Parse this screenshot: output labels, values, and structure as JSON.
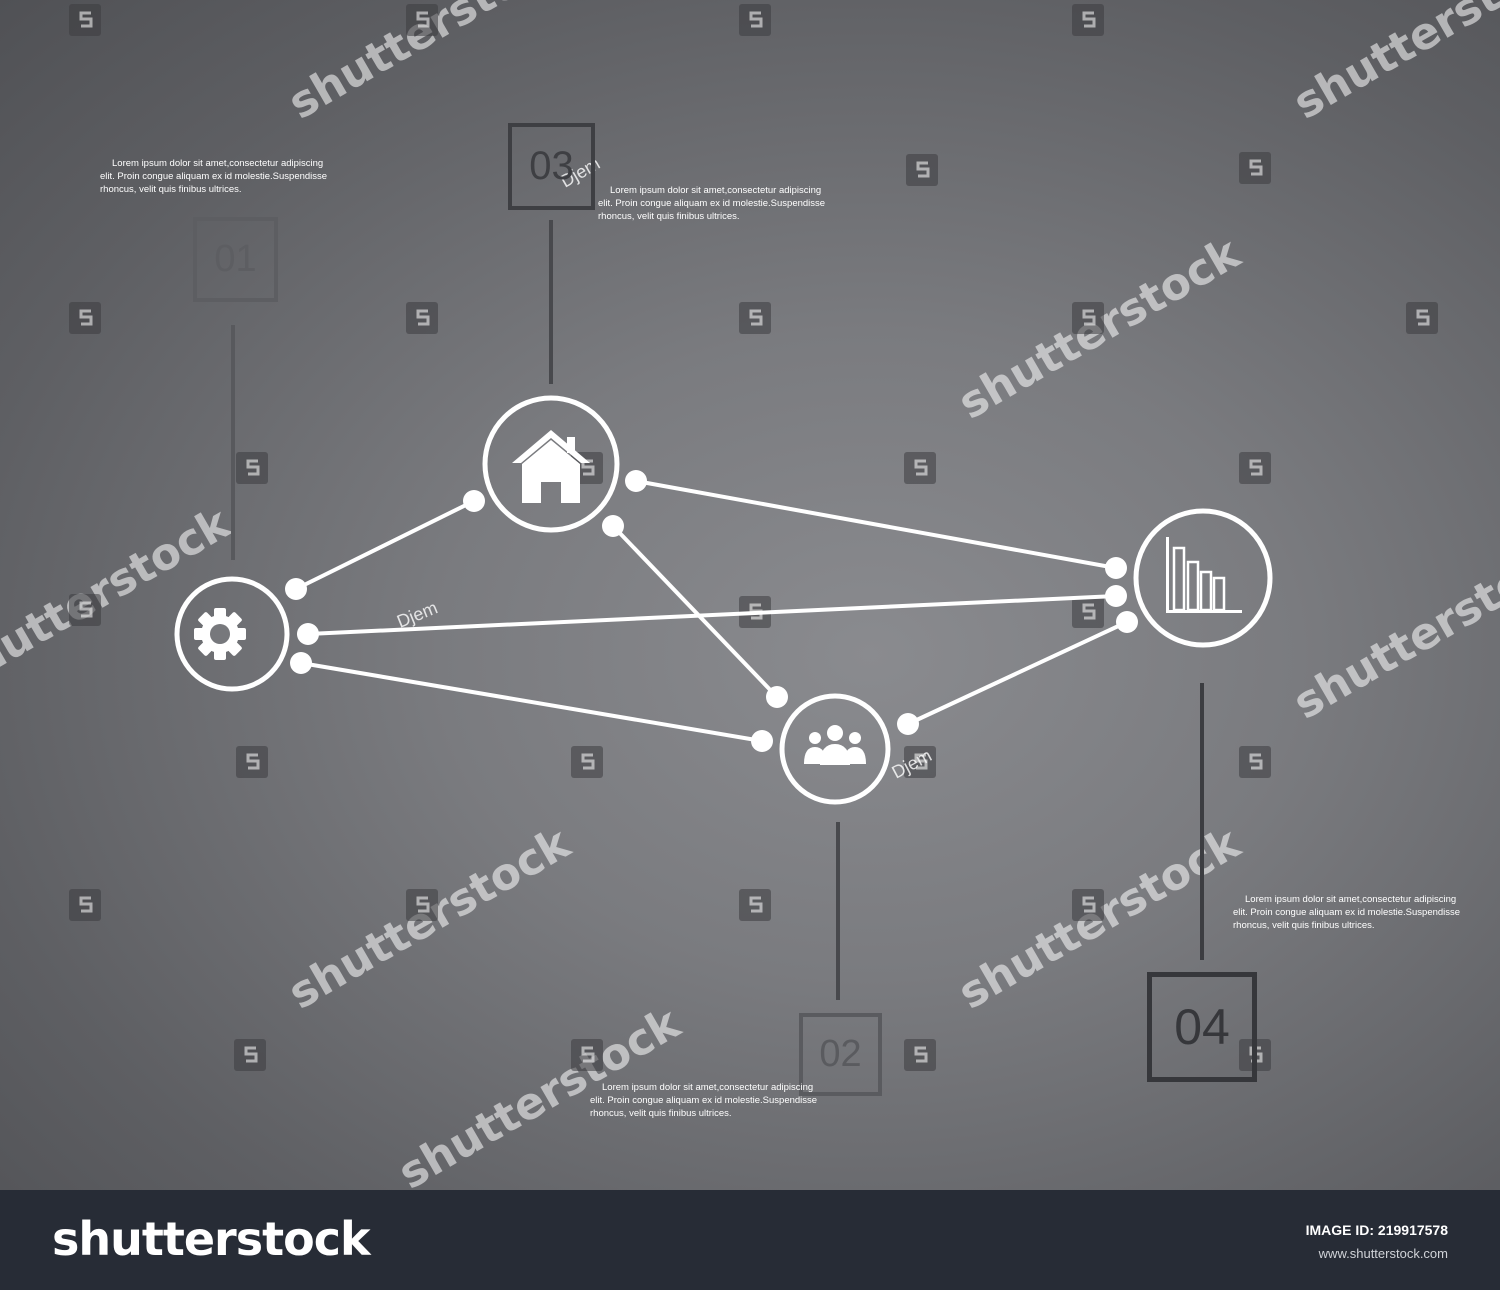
{
  "blocks": [
    {
      "number": "01",
      "text": "Lorem ipsum dolor sit amet,consectetur adipiscing elit. Proin congue aliquam ex id molestie.Suspendisse rhoncus, velit quis finibus ultrices."
    },
    {
      "number": "02",
      "text": "Lorem ipsum dolor sit amet,consectetur adipiscing elit. Proin congue aliquam ex id molestie.Suspendisse rhoncus, velit quis finibus ultrices."
    },
    {
      "number": "03",
      "text": "Lorem ipsum dolor sit amet,consectetur adipiscing elit. Proin congue aliquam ex id molestie.Suspendisse rhoncus, velit quis finibus ultrices."
    },
    {
      "number": "04",
      "text": "Lorem ipsum dolor sit amet,consectetur adipiscing elit. Proin congue aliquam ex id molestie.Suspendisse rhoncus, velit quis finibus ultrices."
    }
  ],
  "nodes": {
    "gear": {
      "icon": "gear-icon"
    },
    "home": {
      "icon": "home-icon"
    },
    "team": {
      "icon": "team-icon"
    },
    "chart": {
      "icon": "bar-chart-icon"
    }
  },
  "signature": "Djem",
  "watermark": "shutterstock",
  "footer": {
    "logo": "shutterstock",
    "image_id": "IMAGE ID: 219917578",
    "url": "www.shutterstock.com"
  },
  "colors": {
    "line": "#ffffff",
    "box_light": "#5a5b5f",
    "box_dark": "#3a3b3f",
    "footer": "#272c36"
  }
}
